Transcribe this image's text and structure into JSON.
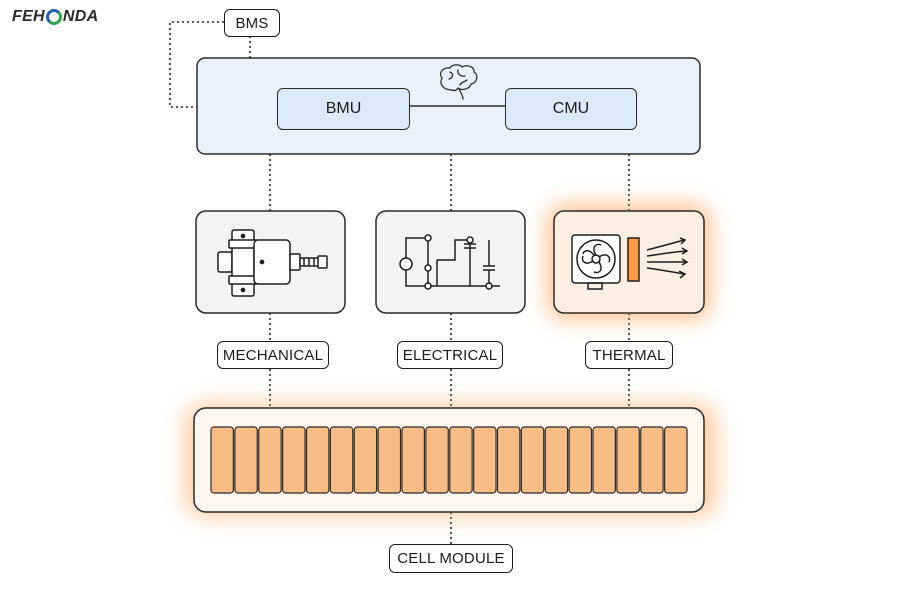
{
  "brand": {
    "logo_text": "FEHONDA",
    "logo_parts": [
      "FEH",
      "NDA"
    ],
    "colors": {
      "green": "#2ea84a",
      "blue": "#1e5fb0"
    }
  },
  "bms": {
    "label": "BMS"
  },
  "controller": {
    "bmu_label": "BMU",
    "cmu_label": "CMU",
    "icon": "brain-icon",
    "fill_color": "#dce9f8"
  },
  "domains": [
    {
      "label": "MECHANICAL",
      "icon": "motor-actuator-icon"
    },
    {
      "label": "ELECTRICAL",
      "icon": "circuit-schematic-icon"
    },
    {
      "label": "THERMAL",
      "icon": "fan-heat-sink-icon",
      "highlighted": true
    }
  ],
  "cell_module": {
    "label": "CELL MODULE",
    "cell_count": 20,
    "cell_color": "#f7bd85",
    "glow_color": "#ff8a2a"
  }
}
